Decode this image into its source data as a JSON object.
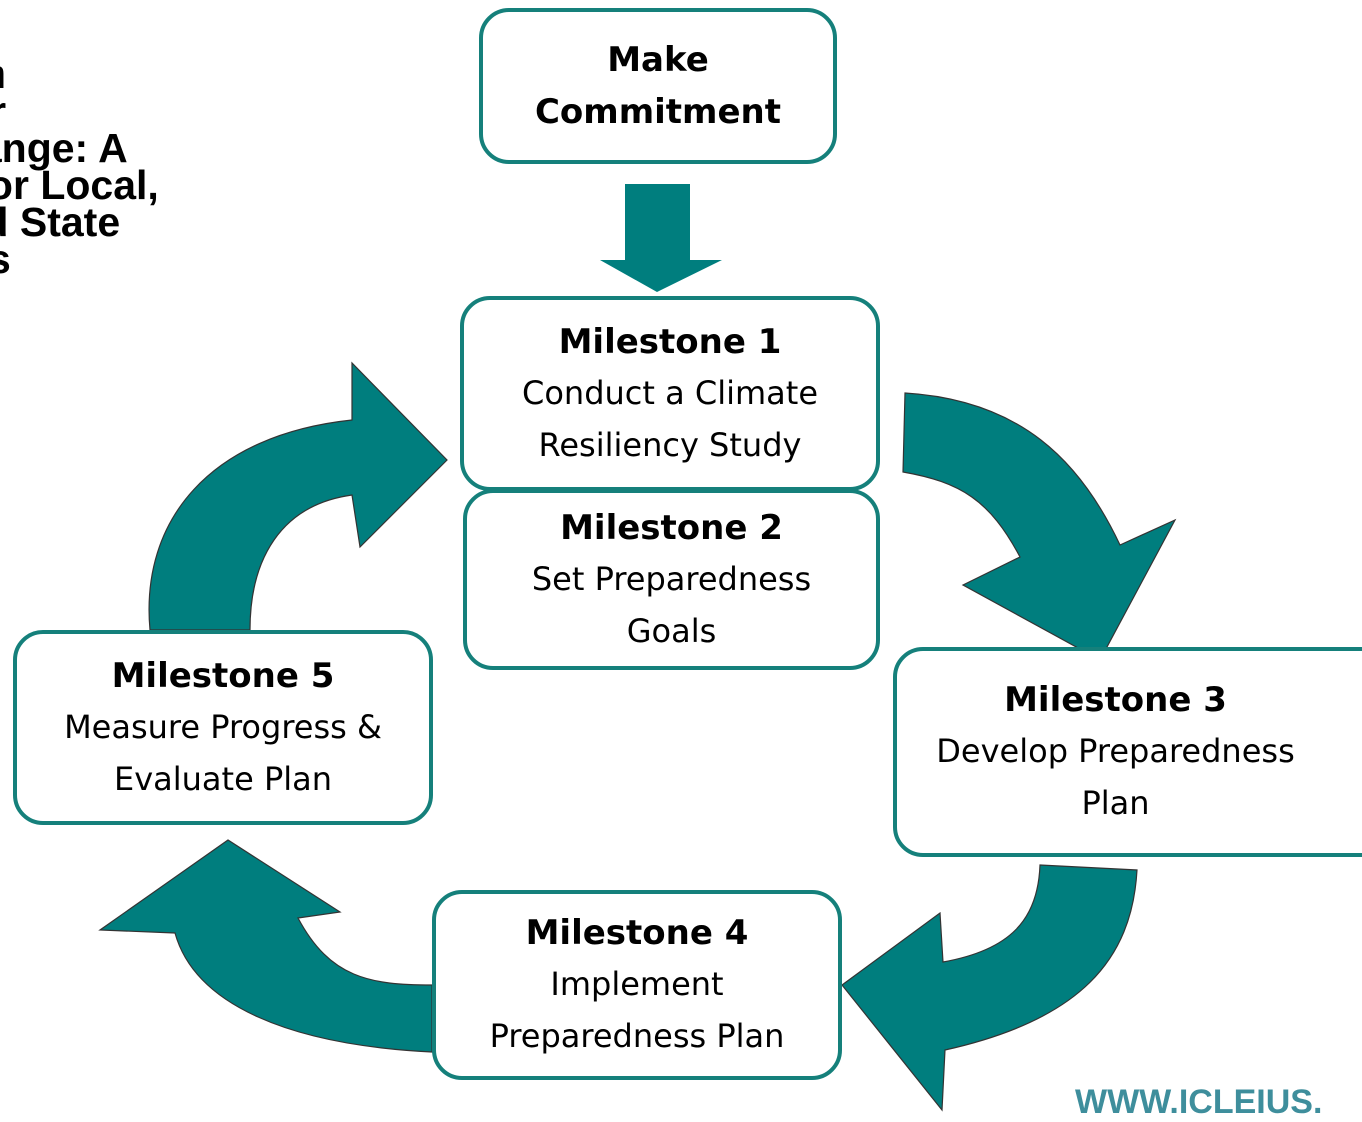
{
  "source_text": {
    "lines": [
      {
        "text": "d from",
        "bold": false
      },
      {
        "text": "ng for",
        "bold": true
      },
      {
        "text": "e Change: A",
        "bold": true
      },
      {
        "text": "ook for Local,",
        "bold": true
      },
      {
        "text": "al and State",
        "bold": true
      },
      {
        "text": "ments",
        "bold": true
      }
    ]
  },
  "commitment": {
    "title": "Make Commitment"
  },
  "milestones": [
    {
      "title": "Milestone 1",
      "desc": "Conduct a Climate Resiliency Study"
    },
    {
      "title": "Milestone 2",
      "desc": "Set Preparedness Goals"
    },
    {
      "title": "Milestone 3",
      "desc": "Develop Preparedness Plan"
    },
    {
      "title": "Milestone 4",
      "desc": "Implement Preparedness Plan"
    },
    {
      "title": "Milestone 5",
      "desc": "Measure Progress & Evaluate Plan"
    }
  ],
  "website": "WWW.ICLEIUS.",
  "colors": {
    "accent": "#15807b",
    "arrow_fill": "#007e7e",
    "arrow_stroke": "#333333",
    "website_text": "#3e8e9c"
  }
}
